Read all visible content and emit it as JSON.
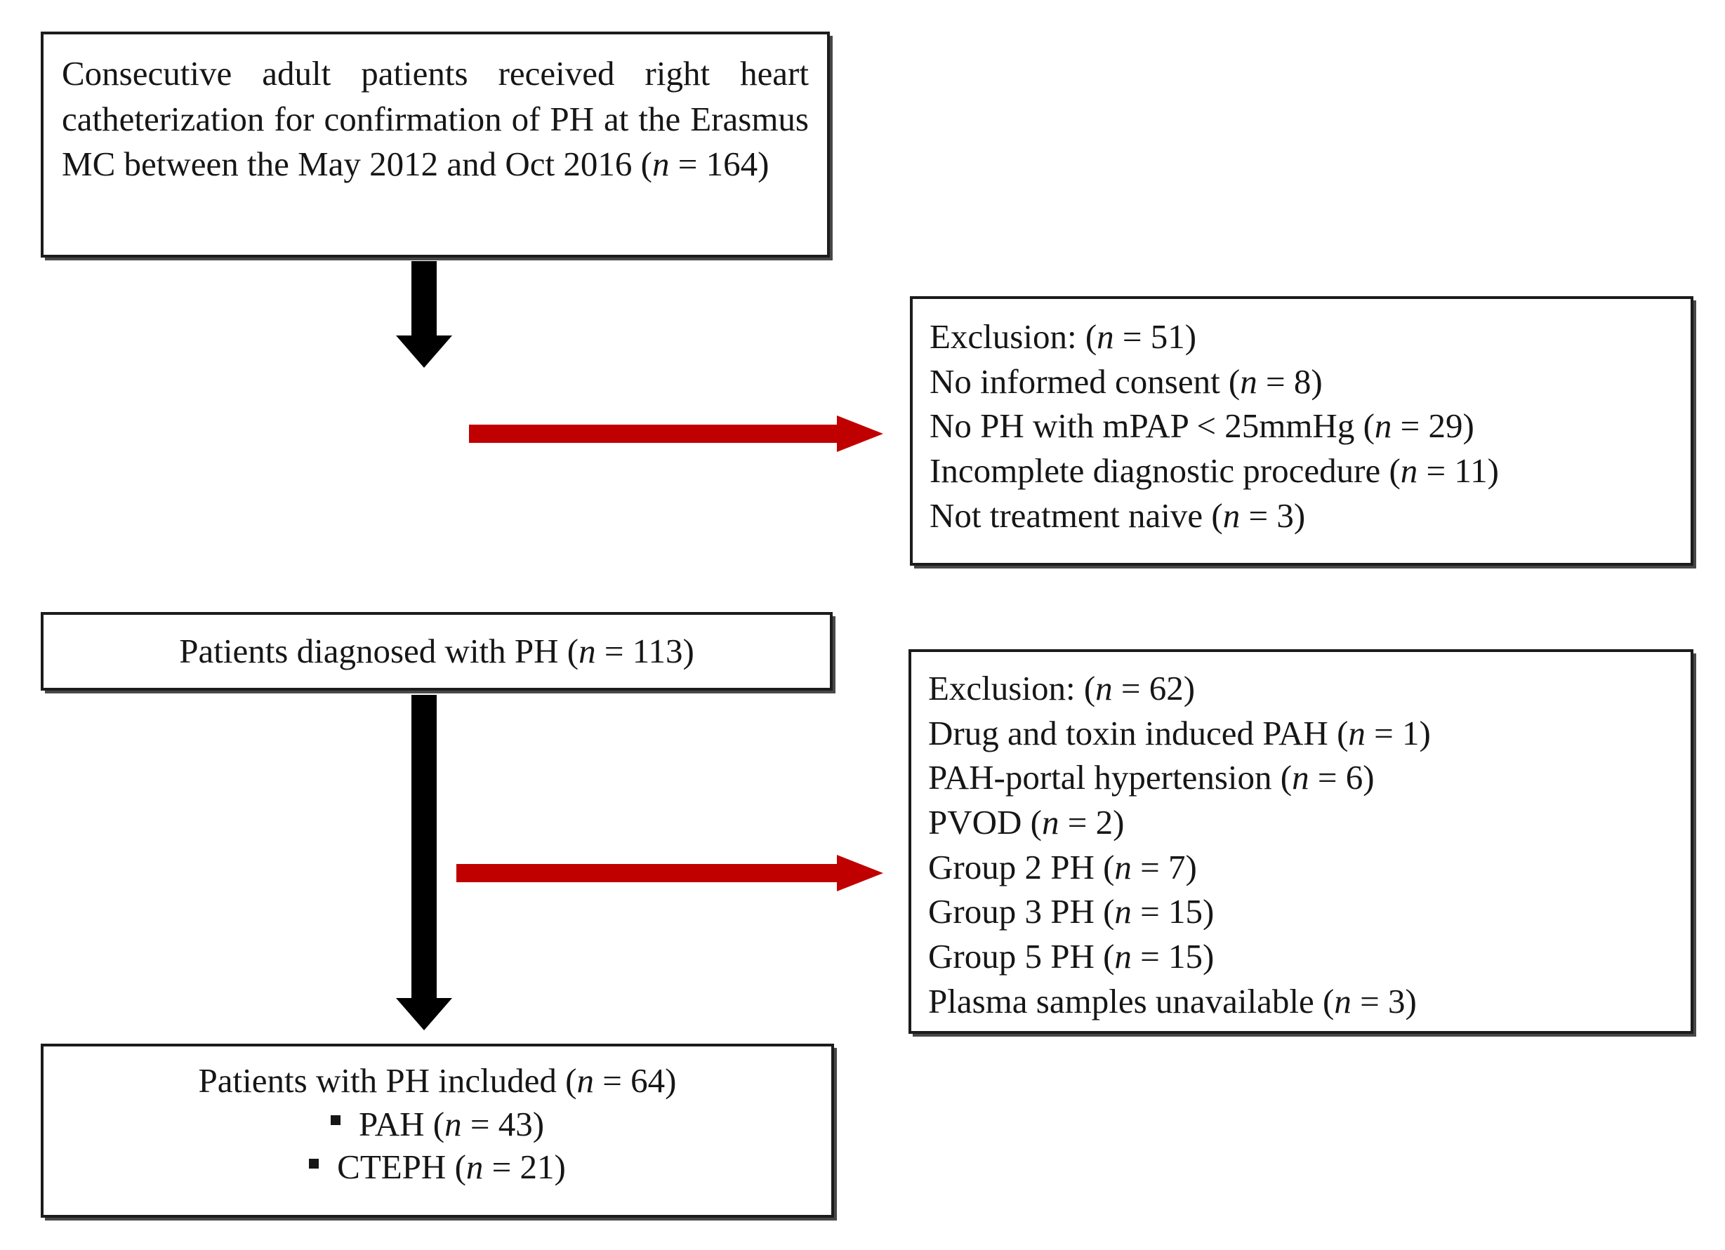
{
  "figure": {
    "type": "flowchart",
    "title": "Patient selection flow diagram",
    "colors": {
      "box_border": "#1c1c1c",
      "text": "#161616",
      "exclusion_arrow": "#c00000",
      "flow_arrow": "#000000",
      "background": "#ffffff"
    }
  },
  "nodes": {
    "source": {
      "id": "source-population",
      "text": "Consecutive adult patients received  right heart catheterization for confirmation of PH at the Erasmus MC between the May 2012 and Oct 2016 (n = 164)",
      "count": 164
    },
    "diagnosed": {
      "id": "patients-diagnosed",
      "text": "Patients diagnosed with PH (n = 113)",
      "count": 113
    },
    "included": {
      "id": "patients-included",
      "heading": "Patients with PH included (n = 64)",
      "count": 64,
      "subitems": [
        {
          "label": "PAH (n = 43)",
          "count": 43
        },
        {
          "label": "CTEPH (n = 21)",
          "count": 21
        }
      ]
    }
  },
  "exclusions": [
    {
      "id": "exclusion-1",
      "heading": "Exclusion: (n = 51)",
      "total": 51,
      "reasons": [
        {
          "label": "No informed consent (n = 8)",
          "count": 8
        },
        {
          "label": "No PH with mPAP < 25mmHg (n = 29)",
          "count": 29
        },
        {
          "label": "Incomplete diagnostic procedure (n = 11)",
          "count": 11
        },
        {
          "label": "Not treatment naive (n = 3)",
          "count": 3
        }
      ]
    },
    {
      "id": "exclusion-2",
      "heading": "Exclusion: (n = 62)",
      "total": 62,
      "reasons": [
        {
          "label": "Drug and toxin induced PAH (n = 1)",
          "count": 1
        },
        {
          "label": "PAH-portal hypertension (n = 6)",
          "count": 6
        },
        {
          "label": "PVOD (n = 2)",
          "count": 2
        },
        {
          "label": "Group 2 PH (n = 7)",
          "count": 7
        },
        {
          "label": "Group 3 PH (n = 15)",
          "count": 15
        },
        {
          "label": "Group 5 PH (n = 15)",
          "count": 15
        },
        {
          "label": "Plasma samples unavailable (n = 3)",
          "count": 3
        }
      ]
    }
  ],
  "connectors": [
    {
      "id": "flow-arrow-1",
      "direction": "down",
      "from": "source-population",
      "to": "patients-diagnosed",
      "color": "#000000"
    },
    {
      "id": "flow-arrow-2",
      "direction": "down",
      "from": "patients-diagnosed",
      "to": "patients-included",
      "color": "#000000"
    },
    {
      "id": "exclusion-arrow-1",
      "direction": "right",
      "from": "source-population",
      "to": "exclusion-1",
      "color": "#c00000"
    },
    {
      "id": "exclusion-arrow-2",
      "direction": "right",
      "from": "patients-diagnosed",
      "to": "exclusion-2",
      "color": "#c00000"
    }
  ]
}
